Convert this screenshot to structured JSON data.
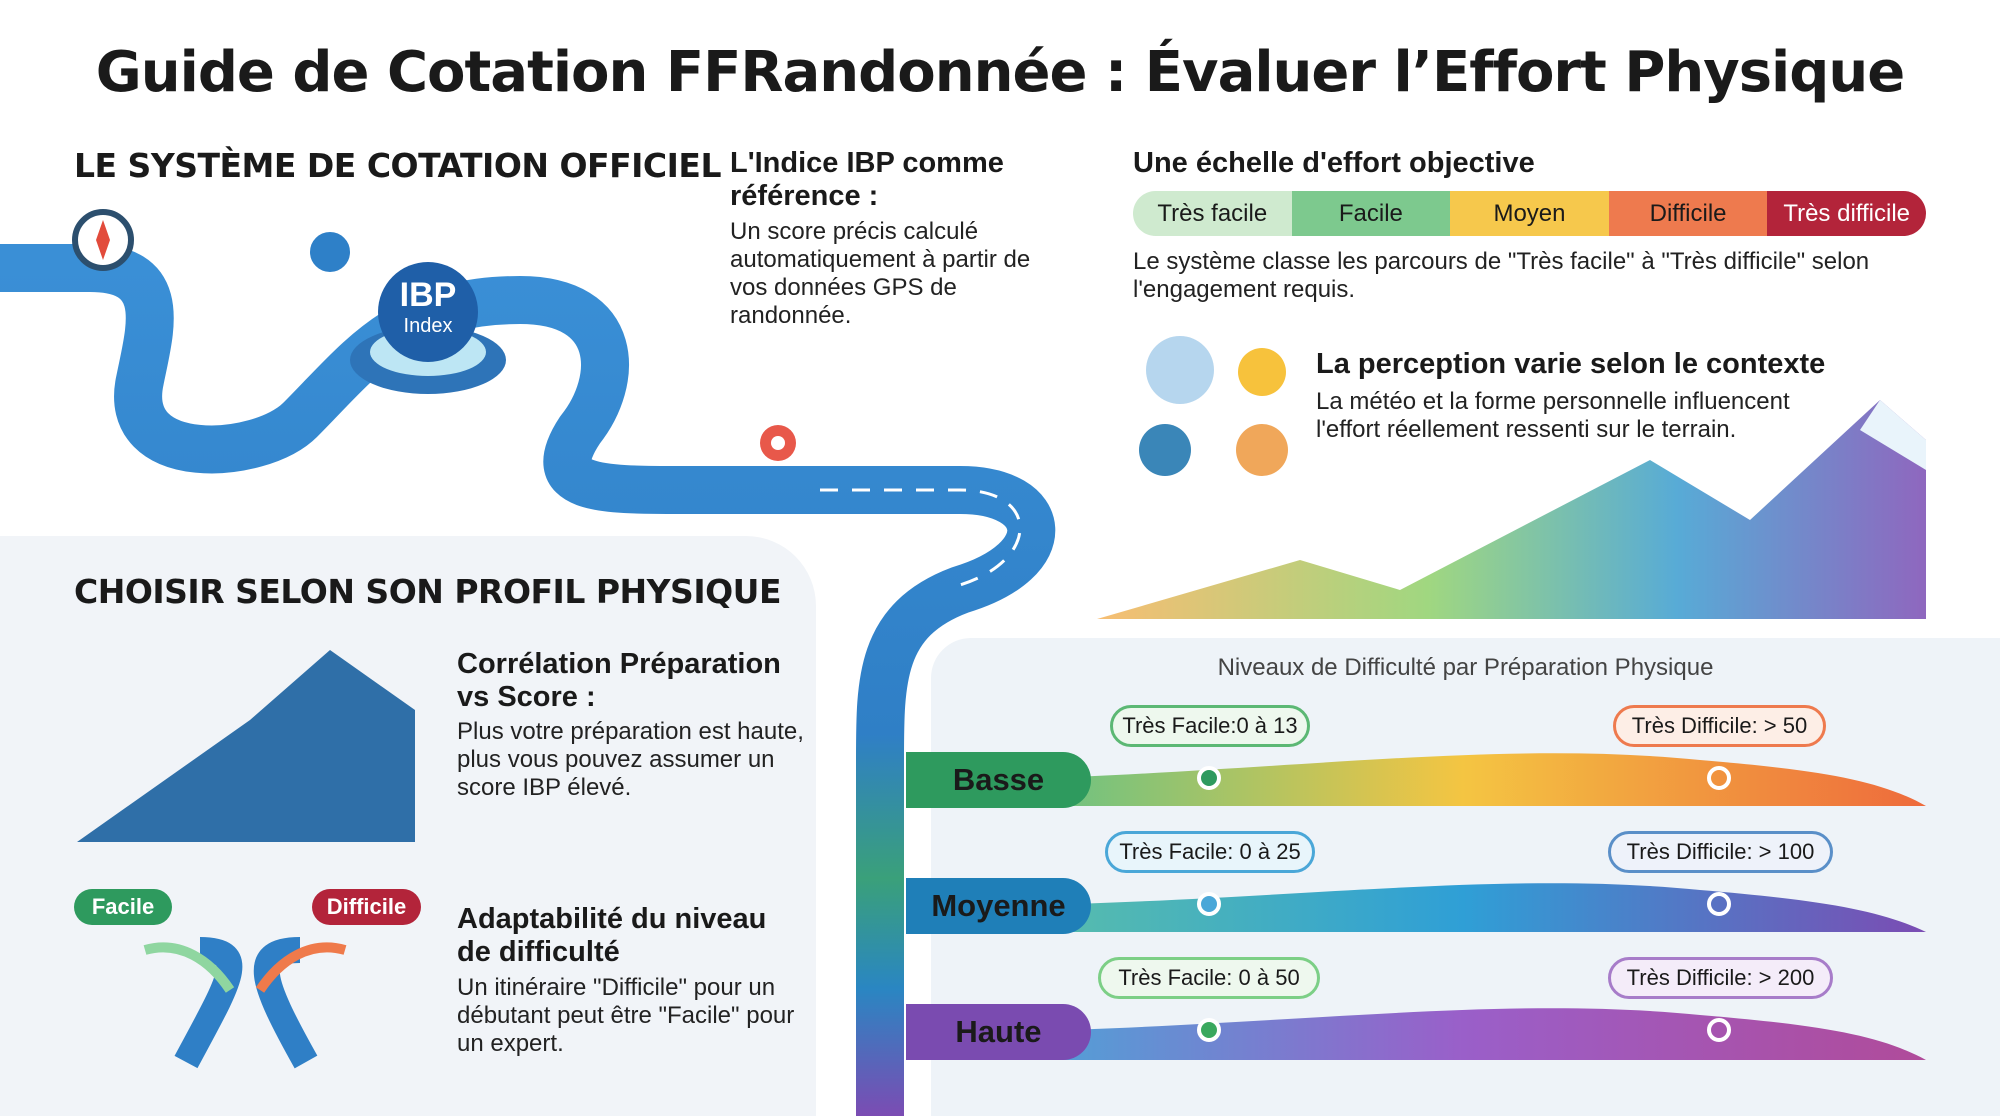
{
  "title": "Guide de Cotation FFRandonnée : Évaluer l’Effort Physique",
  "official": {
    "heading": "LE SYSTÈME DE COTATION OFFICIEL",
    "ibp_badge_top": "IBP",
    "ibp_badge_bottom": "Index"
  },
  "ibp": {
    "heading": "L'Indice IBP comme référence :",
    "body": "Un score précis calculé automatiquement à partir de vos données GPS de randonnée."
  },
  "scale": {
    "heading": "Une échelle d'effort objective",
    "levels": [
      {
        "label": "Très facile",
        "color": "#cfeacf"
      },
      {
        "label": "Facile",
        "color": "#7dc98e"
      },
      {
        "label": "Moyen",
        "color": "#f6c84c"
      },
      {
        "label": "Difficile",
        "color": "#ee7a4e"
      },
      {
        "label": "Très difficile",
        "color": "#b3243a"
      }
    ],
    "body": "Le système classe les parcours de \"Très facile\" à \"Très difficile\" selon l'engagement requis."
  },
  "perception": {
    "heading": "La perception varie selon le contexte",
    "body": "La météo et la forme personnelle influencent l'effort réellement ressenti sur le terrain."
  },
  "profile": {
    "heading": "CHOISIR SELON SON PROFIL PHYSIQUE",
    "correlation_heading": "Corrélation Préparation vs Score :",
    "correlation_body": "Plus votre préparation est haute, plus vous pouvez assumer un score IBP élevé.",
    "easy_badge": "Facile",
    "hard_badge": "Difficile",
    "adapt_heading": "Adaptabilité du niveau de difficulté",
    "adapt_body": "Un itinéraire \"Difficile\" pour un débutant peut être \"Facile\" pour un expert."
  },
  "chart": {
    "title": "Niveaux de Difficulté par Préparation Physique",
    "rows": [
      {
        "level": "Basse",
        "easy": "Très Facile:0 à 13",
        "hard": "Très Difficile: > 50",
        "color": "#2e9a5e"
      },
      {
        "level": "Moyenne",
        "easy": "Très Facile: 0 à 25",
        "hard": "Très Difficile: > 100",
        "color": "#1f7fb8"
      },
      {
        "level": "Haute",
        "easy": "Très Facile: 0 à 50",
        "hard": "Très Difficile: > 200",
        "color": "#7a4bb0"
      }
    ]
  }
}
